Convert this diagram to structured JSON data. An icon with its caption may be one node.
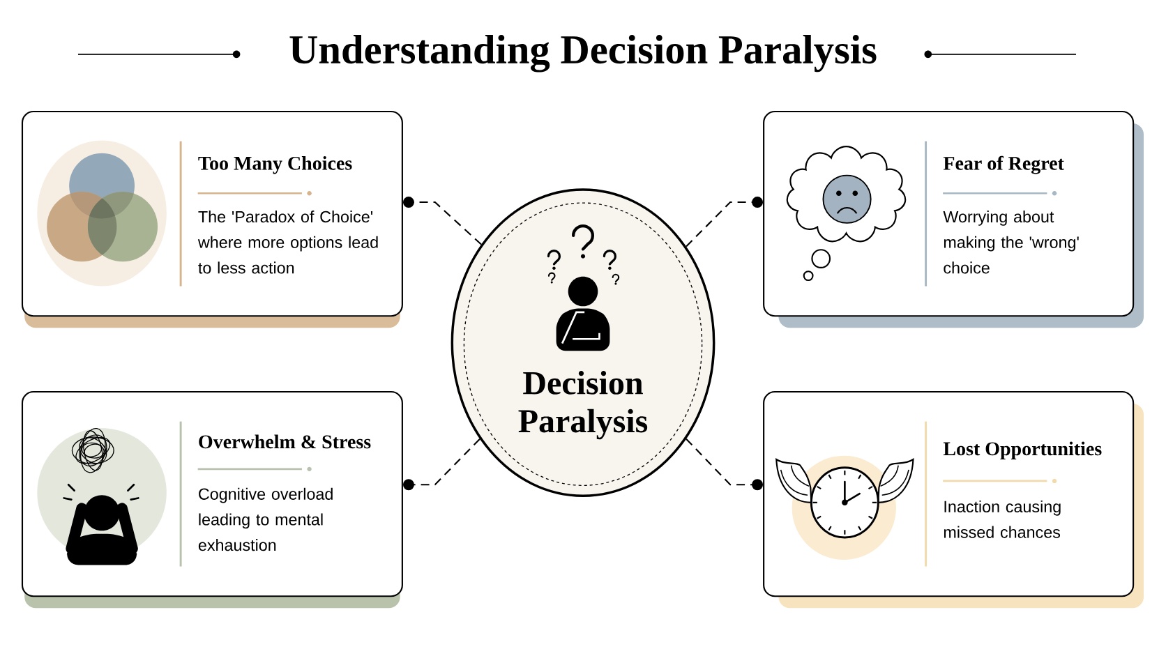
{
  "diagram": {
    "title": "Understanding Decision Paralysis",
    "nodes": [
      {
        "text": [
          "Decision Paralysis"
        ]
      },
      {
        "text": [
          "Too Many Choices",
          "The 'Paradox of Choice' where more options lead to less action"
        ]
      },
      {
        "text": [
          "Fear of Regret",
          "Worrying about making the 'wrong' choice"
        ]
      },
      {
        "text": [
          "Overwhelm & Stress",
          "Cognitive overload leading to mental exhaustion"
        ]
      },
      {
        "text": [
          "Lost Opportunities",
          "Inaction causing missed chances"
        ]
      }
    ],
    "edges": [
      {
        "from": 0,
        "to": 1,
        "arrow": "other",
        "style": "dashed"
      },
      {
        "from": 0,
        "to": 2,
        "arrow": "other",
        "style": "dashed"
      },
      {
        "from": 0,
        "to": 3,
        "arrow": "other",
        "style": "dashed"
      },
      {
        "from": 0,
        "to": 4,
        "arrow": "other",
        "style": "dashed"
      }
    ]
  }
}
